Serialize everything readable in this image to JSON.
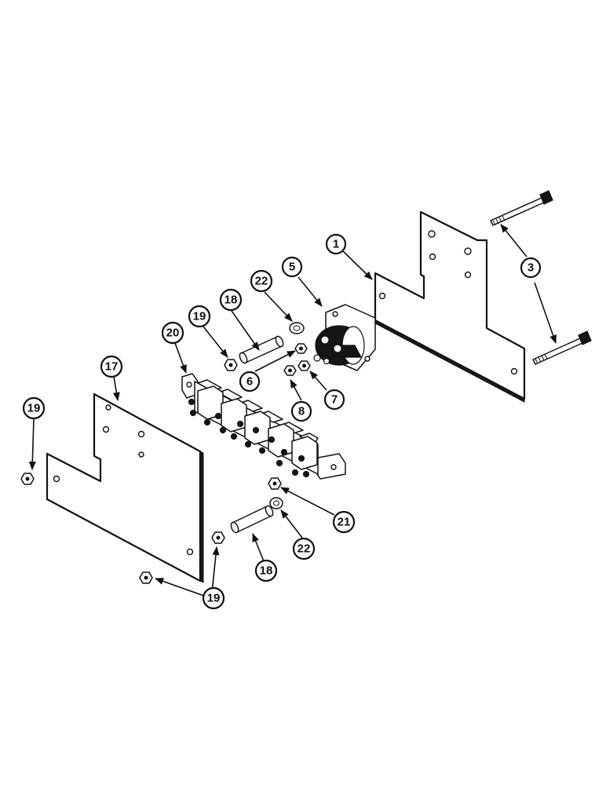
{
  "callouts": {
    "c1": "1",
    "c3": "3",
    "c5": "5",
    "c6": "6",
    "c7": "7",
    "c8": "8",
    "c17": "17",
    "c18a": "18",
    "c18b": "18",
    "c19a": "19",
    "c19b": "19",
    "c19c": "19",
    "c20": "20",
    "c21": "21",
    "c22a": "22",
    "c22b": "22"
  }
}
